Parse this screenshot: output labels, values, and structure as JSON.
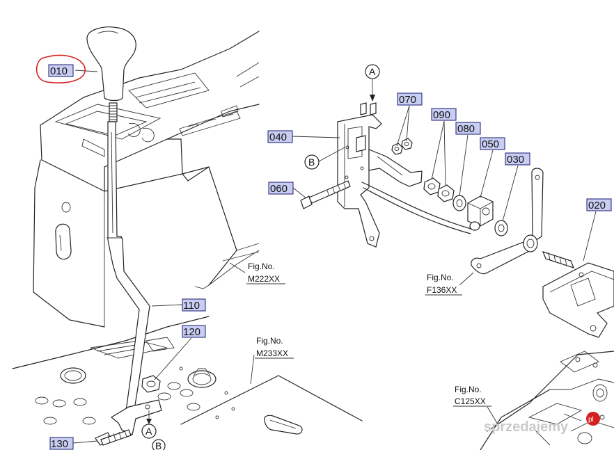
{
  "parts": [
    {
      "id": "p010",
      "label": "010"
    },
    {
      "id": "p020",
      "label": "020"
    },
    {
      "id": "p030",
      "label": "030"
    },
    {
      "id": "p040",
      "label": "040"
    },
    {
      "id": "p050",
      "label": "050"
    },
    {
      "id": "p060",
      "label": "060"
    },
    {
      "id": "p070",
      "label": "070"
    },
    {
      "id": "p080",
      "label": "080"
    },
    {
      "id": "p090",
      "label": "090"
    },
    {
      "id": "p110",
      "label": "110"
    },
    {
      "id": "p120",
      "label": "120"
    },
    {
      "id": "p130",
      "label": "130"
    }
  ],
  "figure_refs": {
    "m222": {
      "line1": "Fig.No.",
      "line2": "M222XX"
    },
    "m233": {
      "line1": "Fig.No.",
      "line2": "M233XX"
    },
    "f136": {
      "line1": "Fig.No.",
      "line2": "F136XX"
    },
    "c125": {
      "line1": "Fig.No.",
      "line2": "C125XX"
    }
  },
  "callouts": {
    "a_top": "A",
    "b_top": "B",
    "a_bottom": "A",
    "b_bottom": "B"
  },
  "watermark": {
    "text": "sprzedajemy",
    "suffix": "pl"
  },
  "colors": {
    "label_highlight": "#c8cdf2",
    "circle_mark": "#d42020"
  }
}
